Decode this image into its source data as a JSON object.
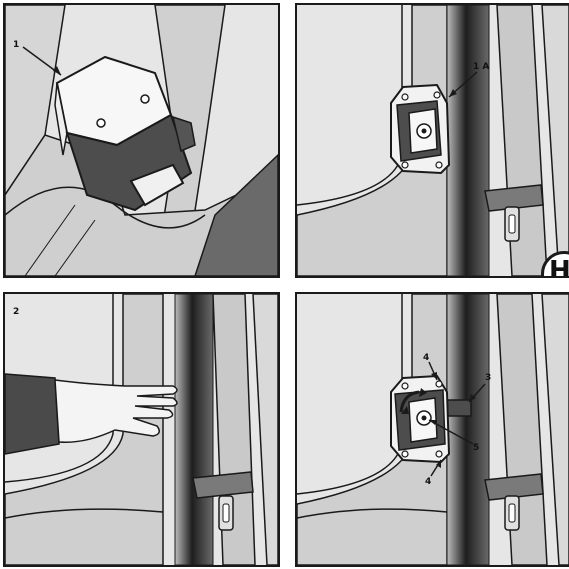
{
  "panels": [
    {
      "callouts": [
        "1"
      ]
    },
    {
      "callouts": [
        "1 A"
      ],
      "edge_letter": "H"
    },
    {
      "step": "2"
    },
    {
      "callouts": [
        "4",
        "3",
        "5",
        "4"
      ]
    }
  ],
  "colors": {
    "outline": "#1a1a1a",
    "wall_light": "#e6e6e6",
    "pillar_light": "#d0d0d0",
    "trim_mid": "#9c9c9c",
    "housing_dark": "#4d4d4d",
    "belt": "#c9c9c9"
  }
}
